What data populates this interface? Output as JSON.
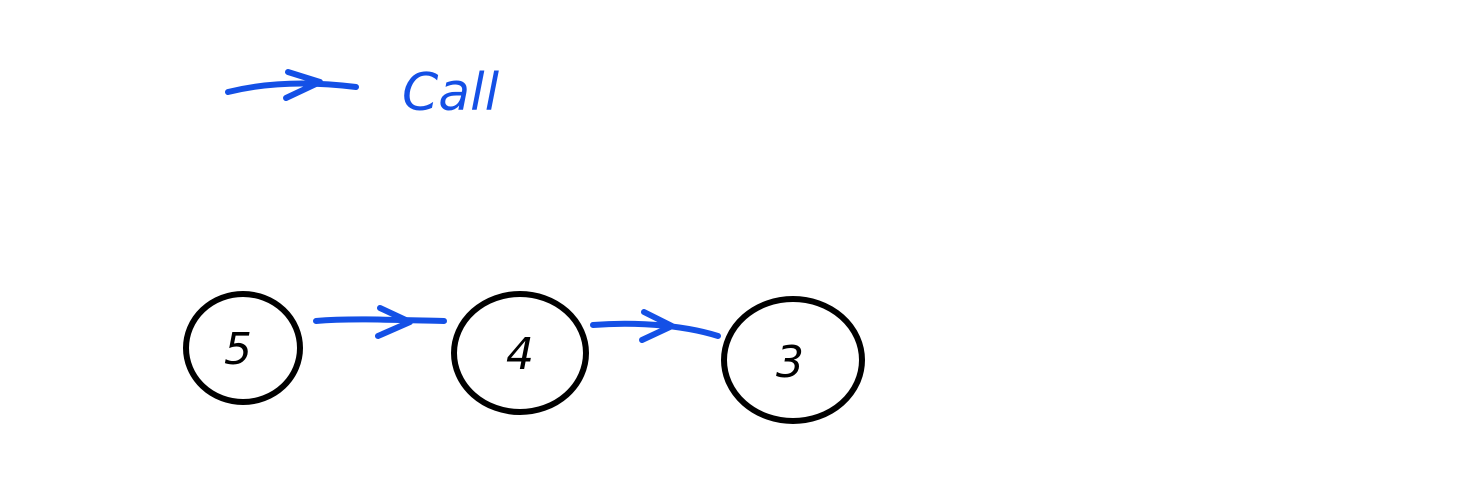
{
  "colors": {
    "call": "#1450e6",
    "ink": "#000000",
    "background": "#ffffff"
  },
  "legend": {
    "label": "Call"
  },
  "nodes": [
    {
      "label": "5"
    },
    {
      "label": "4"
    },
    {
      "label": "3"
    }
  ],
  "edges": [
    {
      "from": "5",
      "to": "4",
      "kind": "call"
    },
    {
      "from": "4",
      "to": "3",
      "kind": "call"
    }
  ]
}
